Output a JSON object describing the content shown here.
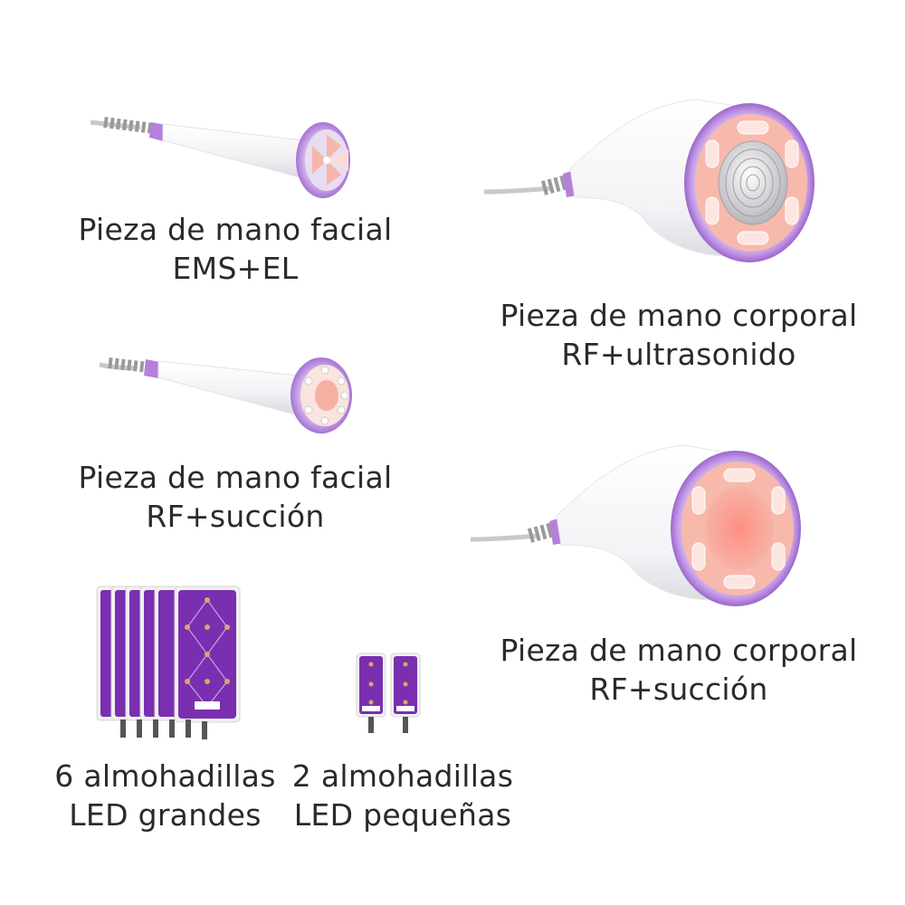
{
  "products": {
    "facial_ems": {
      "line1": "Pieza de mano facial",
      "line2": "EMS+EL"
    },
    "body_rf_ultrasound": {
      "line1": "Pieza de mano corporal",
      "line2": "RF+ultrasonido"
    },
    "facial_rf_suction": {
      "line1": "Pieza de mano facial",
      "line2": "RF+succión"
    },
    "body_rf_suction": {
      "line1": "Pieza de mano corporal",
      "line2": "RF+succión"
    },
    "led_large": {
      "line1": "6 almohadillas",
      "line2": "LED grandes"
    },
    "led_small": {
      "line1": "2 almohadillas",
      "line2": "LED pequeñas"
    }
  },
  "colors": {
    "purple": "#b07fd9",
    "lilac": "#d7c0ef",
    "pink": "#f6b4a8",
    "pad_purple": "#7a2fb0",
    "cable": "#9a9a9a"
  }
}
